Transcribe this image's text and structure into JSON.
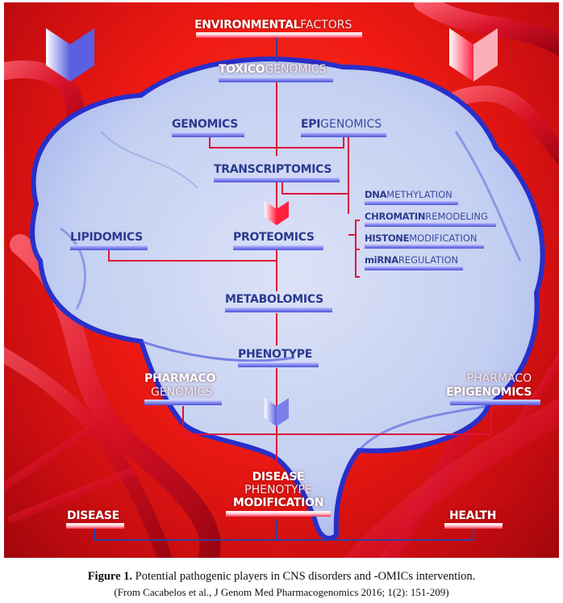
{
  "figure": {
    "colors": {
      "background": "#ef1a12",
      "brain": "#c8d8f8",
      "brain_outline": "#2230d0",
      "connector_red": "#e0103a",
      "connector_blue": "#3040a0",
      "label_blue": "#2b3a8e"
    },
    "labels": {
      "environmental": {
        "bold": "ENVIRONMENTAL",
        "light": "FACTORS"
      },
      "toxico": {
        "bold": "TOXICO",
        "light": "GENOMICS"
      },
      "genomics": {
        "bold": "GENOMICS"
      },
      "epigenomics": {
        "bold": "EPI",
        "light": "GENOMICS"
      },
      "transcriptomics": {
        "bold": "TRANSCRIPTOMICS"
      },
      "dna_methylation": {
        "bold": "DNA",
        "light": "METHYLATION"
      },
      "chromatin": {
        "bold": "CHROMATIN",
        "light": "REMODELING"
      },
      "histone": {
        "bold": "HISTONE",
        "light": "MODIFICATION"
      },
      "mirna": {
        "bold": "miRNA",
        "light": "REGULATION"
      },
      "lipidomics": {
        "bold": "LIPIDOMICS"
      },
      "proteomics": {
        "bold": "PROTEOMICS"
      },
      "metabolomics": {
        "bold": "METABOLOMICS"
      },
      "phenotype": {
        "bold": "PHENOTYPE"
      },
      "pharmacogenomics": {
        "bold": "PHARMACO",
        "light": "GENOMICS"
      },
      "pharmacoepigenomics": {
        "light": "PHARMACO",
        "bold": "EPIGENOMICS"
      },
      "disease_phenotype_modification": {
        "line1": "DISEASE",
        "line2": "PHENOTYPE",
        "line3": "MODIFICATION"
      },
      "disease": {
        "bold": "DISEASE"
      },
      "health": {
        "bold": "HEALTH"
      }
    }
  },
  "caption": {
    "figure_label": "Figure 1.",
    "title": " Potential pathogenic players in CNS disorders and -OMICs intervention.",
    "source": "(From Cacabelos et al., J Genom Med Pharmacogenomics 2016; 1(2): 151-209)"
  }
}
